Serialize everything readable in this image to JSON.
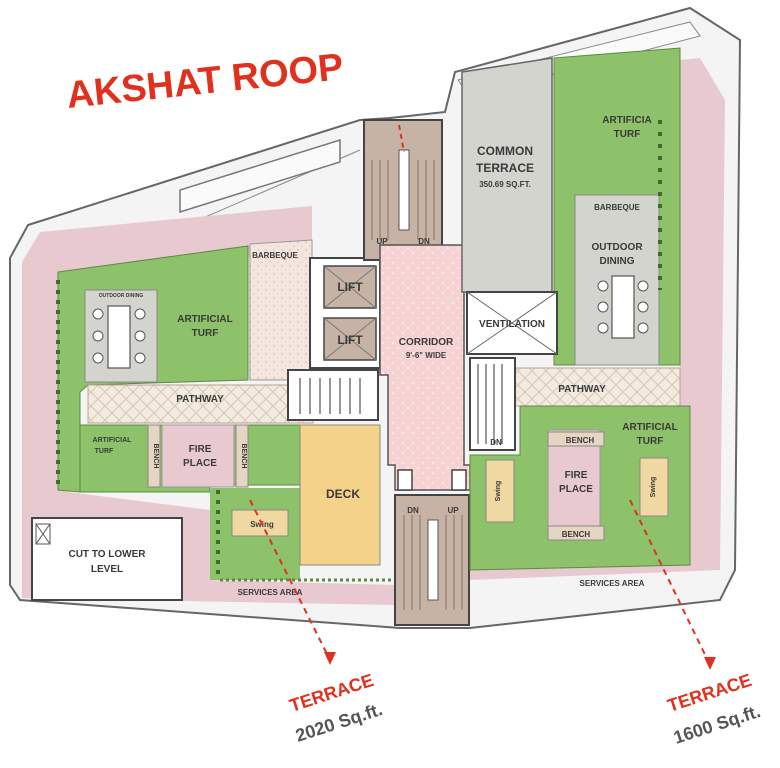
{
  "title": "AKSHAT ROOP",
  "colors": {
    "turf": "#8dc26a",
    "pink": "#e7c9cf",
    "corridor": "#f6d2d2",
    "stair": "#c7b3a5",
    "grey": "#d4d4cf",
    "deck": "#f4d28a",
    "wall": "#555555",
    "red": "#e0301e"
  },
  "labels": {
    "common_terrace": "COMMON",
    "common_terrace_2": "TERRACE",
    "common_terrace_area": "350.69 SQ.FT.",
    "turf_right_top": "ARTIFICIA",
    "turf_right_top_2": "TURF",
    "barbeque_right": "BARBEQUE",
    "outdoor": "OUTDOOR",
    "dining": "DINING",
    "ventilation": "VENTILATION",
    "corridor": "CORRIDOR",
    "corridor_width": "9'-6\" WIDE",
    "lift_1": "LIFT",
    "lift_2": "LIFT",
    "barbeque_left": "BARBEQUE",
    "turf_left": "ARTIFICIAL",
    "turf_left_2": "TURF",
    "outdoor_dining_left": "OUTDOOR DINING",
    "pathway_left": "PATHWAY",
    "pathway_right": "PATHWAY",
    "turf_small_left": "ARTIFICIAL",
    "turf_small_left_2": "TURF",
    "bench_left_v": "BENCH",
    "fire_place_left": "FIRE",
    "fire_place_left_2": "PLACE",
    "bench_left_v2": "BENCH",
    "deck": "DECK",
    "swing_left": "Swing",
    "cut_lower": "CUT TO LOWER",
    "cut_lower_2": "LEVEL",
    "services_left": "SERVICES AREA",
    "services_right": "SERVICES AREA",
    "up_top": "UP",
    "dn_top": "DN",
    "dn_bottom": "DN",
    "up_bottom": "UP",
    "dn_small": "DN",
    "bench_right_top": "BENCH",
    "bench_right_bottom": "BENCH",
    "fire_place_right": "FIRE",
    "fire_place_right_2": "PLACE",
    "turf_right_bottom": "ARTIFICIAL",
    "turf_right_bottom_2": "TURF",
    "swing_right_1": "Swing",
    "swing_right_2": "Swing",
    "terrace_left": "TERRACE",
    "terrace_left_area": "2020 Sq.ft.",
    "terrace_right": "TERRACE",
    "terrace_right_area": "1600 Sq.ft."
  }
}
